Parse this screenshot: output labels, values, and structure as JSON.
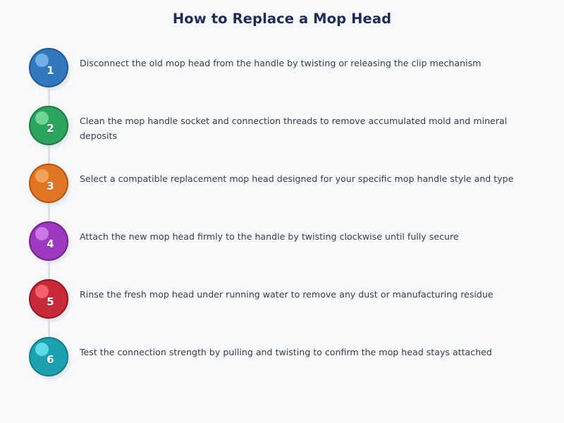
{
  "title": "How to Replace a Mop Head",
  "theme": {
    "background": "#f7f9fb",
    "title_color": "#1f2d56",
    "text_color": "#353d4b",
    "connector_color": "#dfe3e8"
  },
  "steps": [
    {
      "number": "1",
      "text": "Disconnect the old mop head from the handle by twisting or releasing the clip mechanism",
      "color": "#3178be",
      "border_color": "#1f5a93",
      "highlight_color": "#6fb0e8"
    },
    {
      "number": "2",
      "text": "Clean the mop handle socket and connection threads to remove accumulated mold and mineral deposits",
      "color": "#2ba45d",
      "border_color": "#1d7a43",
      "highlight_color": "#6fd494"
    },
    {
      "number": "3",
      "text": "Select a compatible replacement mop head designed for your specific mop handle style and type",
      "color": "#df7722",
      "border_color": "#b35414",
      "highlight_color": "#f5a259"
    },
    {
      "number": "4",
      "text": "Attach the new mop head firmly to the handle by twisting clockwise until fully secure",
      "color": "#9c39bf",
      "border_color": "#74218f",
      "highlight_color": "#ca78e6"
    },
    {
      "number": "5",
      "text": "Rinse the fresh mop head under running water to remove any dust or manufacturing residue",
      "color": "#c52b38",
      "border_color": "#951622",
      "highlight_color": "#f4616c"
    },
    {
      "number": "6",
      "text": "Test the connection strength by pulling and twisting to confirm the mop head stays attached",
      "color": "#1ba2b0",
      "border_color": "#117b87",
      "highlight_color": "#5fdbe8"
    }
  ]
}
